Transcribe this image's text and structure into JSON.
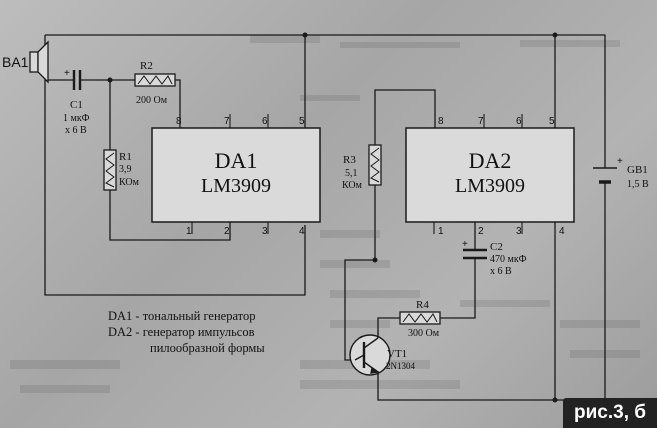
{
  "figure": {
    "caption": "рис.3, б"
  },
  "components": {
    "speaker": {
      "ref": "BA1"
    },
    "c1": {
      "ref": "C1",
      "value": "1 мкФ",
      "rating": "х 6 В",
      "polarity": "+"
    },
    "r2": {
      "ref": "R2",
      "value": "200 Ом"
    },
    "r1": {
      "ref": "R1",
      "value": "3,9",
      "unit": "КОм"
    },
    "da1": {
      "ref": "DA1",
      "part": "LM3909",
      "pins": [
        "8",
        "7",
        "6",
        "5",
        "1",
        "2",
        "3",
        "4"
      ]
    },
    "r3": {
      "ref": "R3",
      "value": "5,1",
      "unit": "КОм"
    },
    "da2": {
      "ref": "DA2",
      "part": "LM3909",
      "pins": [
        "8",
        "7",
        "6",
        "5",
        "1",
        "2",
        "3",
        "4"
      ]
    },
    "c2": {
      "ref": "C2",
      "value": "470 мкФ",
      "rating": "х 6 В",
      "polarity": "+"
    },
    "gb1": {
      "ref": "GB1",
      "value": "1,5 В",
      "polarity": "+"
    },
    "r4": {
      "ref": "R4",
      "value": "300 Ом"
    },
    "vt1": {
      "ref": "VT1",
      "part": "2N1304"
    }
  },
  "legend": {
    "line1": "DA1 - тональный генератор",
    "line2": "DA2 - генератор импульсов",
    "line3": "пилообразной формы"
  },
  "colors": {
    "ink": "#1a1a1a",
    "paper": "#b5b5b5",
    "box_fill": "#d9d9d9",
    "caption_bg": "#222222"
  }
}
